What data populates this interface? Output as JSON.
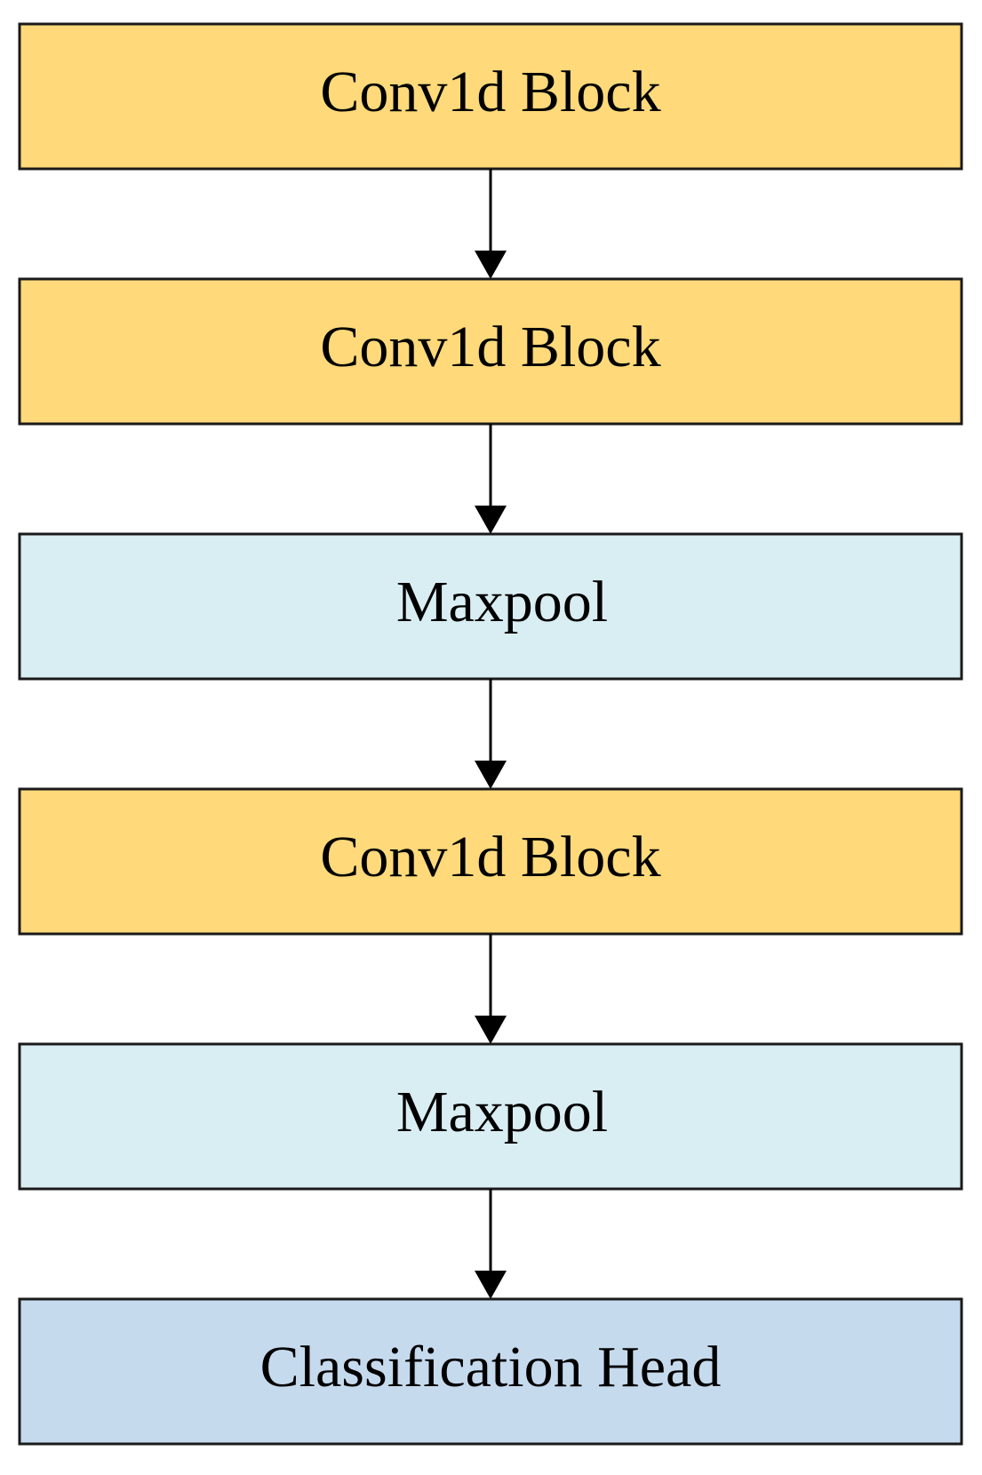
{
  "diagram": {
    "blocks": [
      {
        "label": "Conv1d Block",
        "kind": "conv"
      },
      {
        "label": "Conv1d Block",
        "kind": "conv"
      },
      {
        "label": "Maxpool",
        "kind": "pool"
      },
      {
        "label": "Conv1d Block",
        "kind": "conv"
      },
      {
        "label": "Maxpool",
        "kind": "pool"
      },
      {
        "label": "Classification Head",
        "kind": "head"
      }
    ],
    "colors": {
      "conv": "#FFD97A",
      "pool": "#D9EEF3",
      "head": "#C6DAEE",
      "border": "#1a1a1a",
      "arrow": "#000000"
    }
  }
}
